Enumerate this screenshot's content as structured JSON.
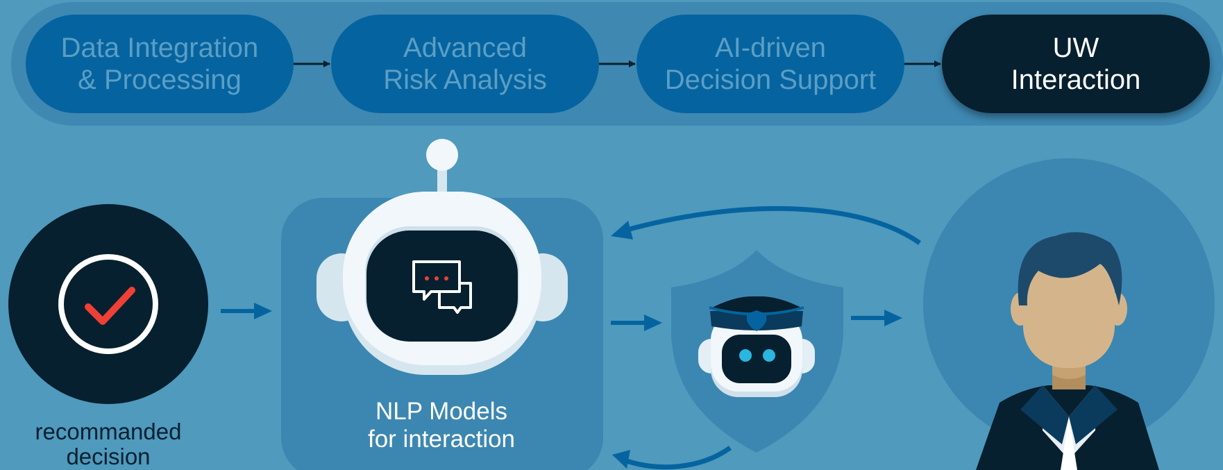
{
  "steps": [
    {
      "line1": "Data Integration",
      "line2": "& Processing",
      "active": false
    },
    {
      "line1": "Advanced",
      "line2": "Risk Analysis",
      "active": false
    },
    {
      "line1": "AI-driven",
      "line2": "Decision Support",
      "active": false
    },
    {
      "line1": "UW",
      "line2": "Interaction",
      "active": true
    }
  ],
  "decision_label": {
    "line1": "recommanded",
    "line2": "decision"
  },
  "nlp_label": {
    "line1": "NLP Models",
    "line2": "for interaction"
  },
  "colors": {
    "background": "#4f9abd",
    "step_inactive": "#05649f",
    "step_active": "#06202f",
    "check_mark": "#ef4036",
    "robot_eyes": "#29b6e0"
  },
  "icons": [
    "check-circle-icon",
    "chat-bubbles-icon",
    "robot-head-icon",
    "police-robot-icon",
    "shield-icon",
    "person-icon"
  ]
}
